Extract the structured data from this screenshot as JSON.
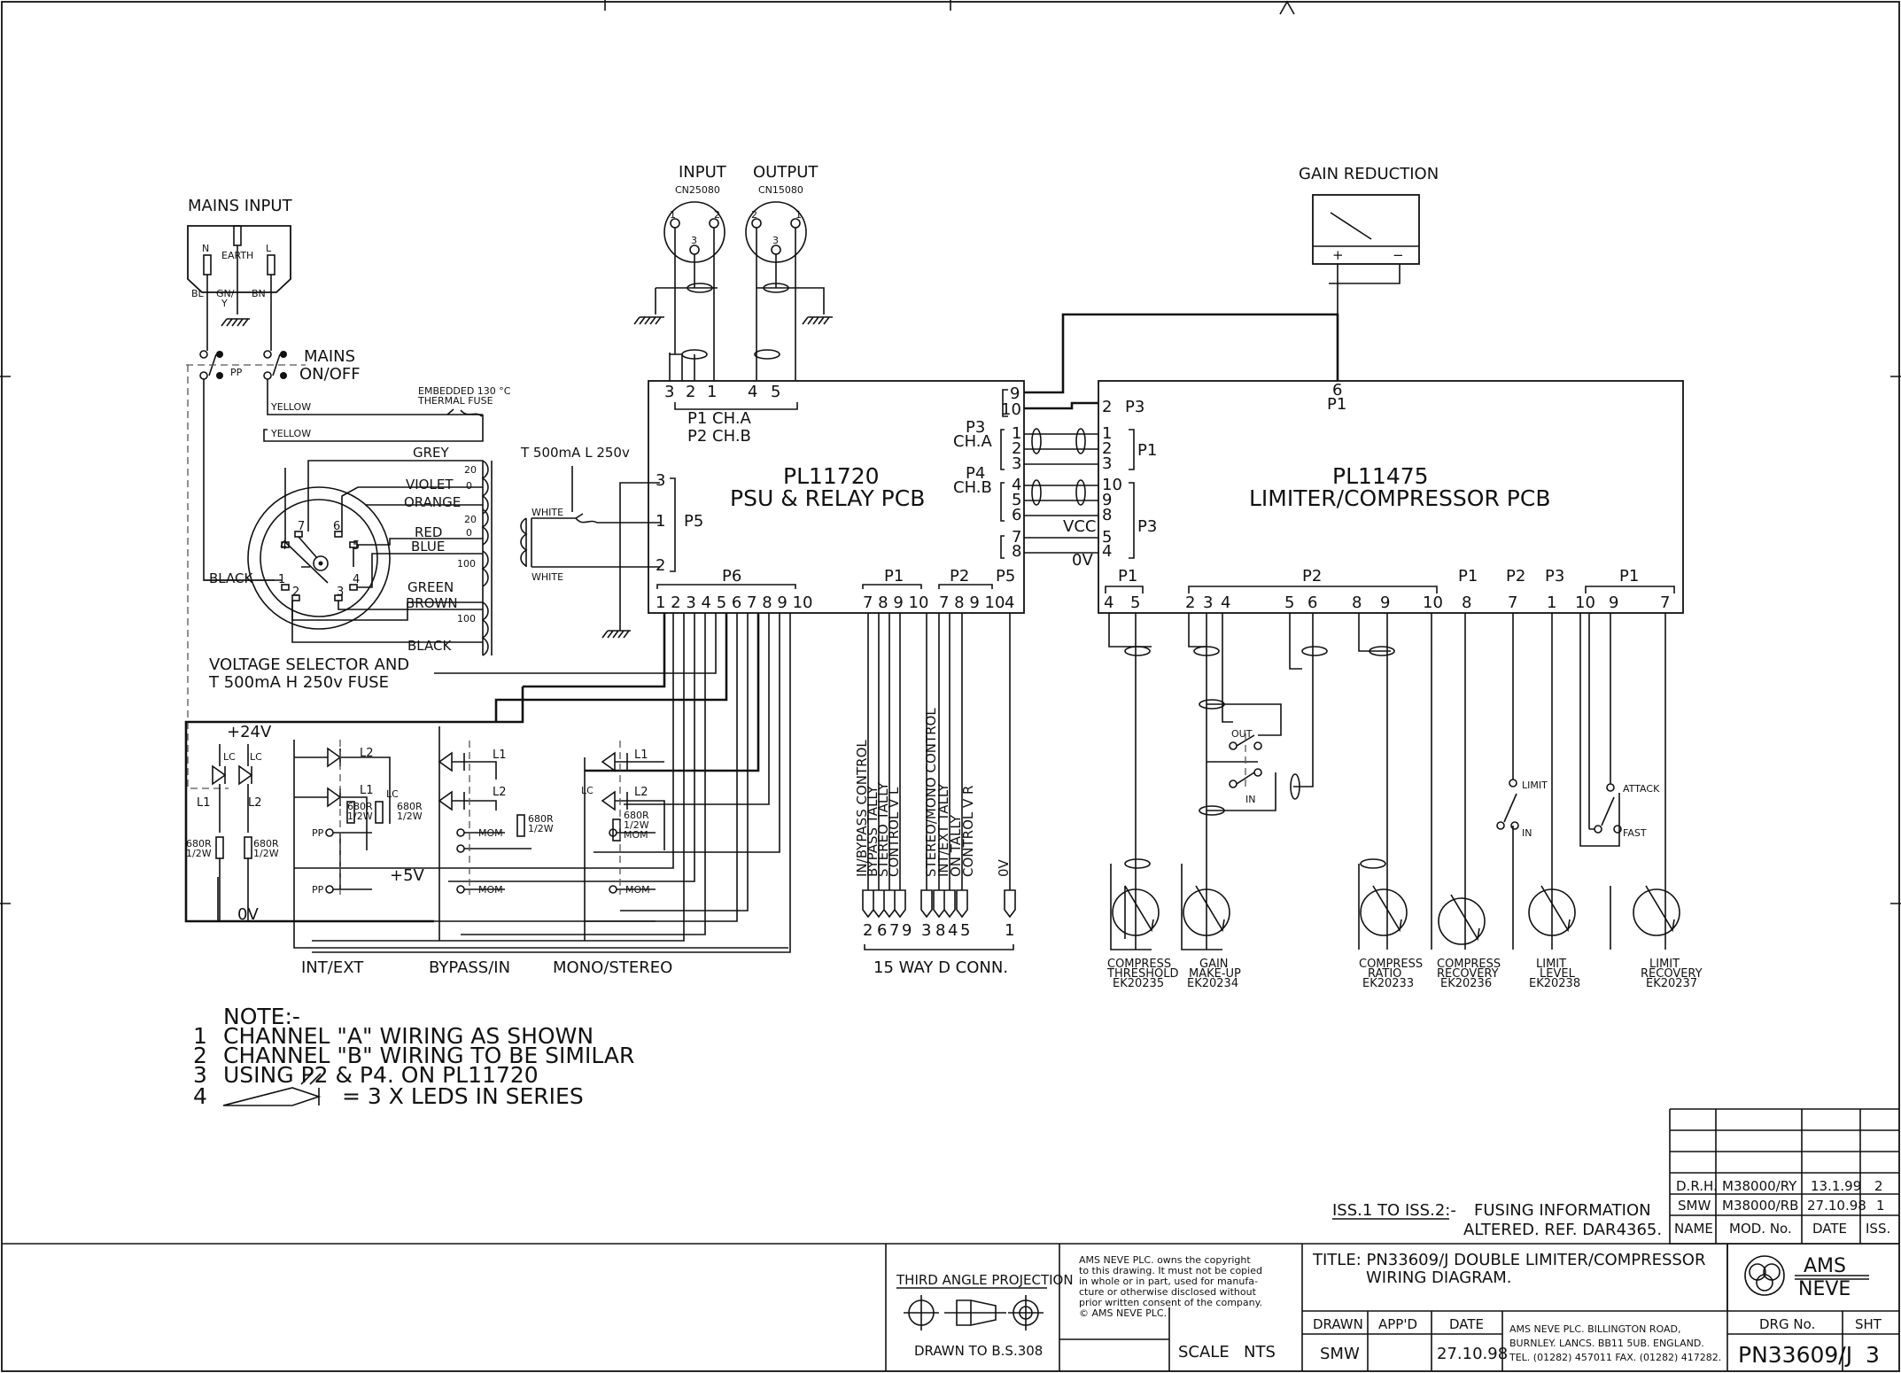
{
  "mains": {
    "title": "MAINS INPUT",
    "n": "N",
    "earth": "EARTH",
    "l": "L",
    "bl": "BL",
    "gny": "GN/",
    "y": "Y",
    "bn": "BN",
    "switch": "MAINS",
    "switch2": "ON/OFF",
    "pp": "PP",
    "yellow1": "YELLOW",
    "yellow2": "YELLOW",
    "fuse1": "EMBEDDED 130 °C",
    "fuse2": "THERMAL FUSE",
    "black": "BLACK",
    "selector1": "VOLTAGE SELECTOR AND",
    "selector2": "T 500mA H 250v FUSE"
  },
  "transformer": {
    "grey": "GREY",
    "violet": "VIOLET",
    "orange": "ORANGE",
    "red": "RED",
    "blue": "BLUE",
    "green": "GREEN",
    "brown": "BROWN",
    "black": "BLACK",
    "w20a": "20",
    "w0a": "0",
    "w20b": "20",
    "w0b": "0",
    "w100a": "100",
    "w100b": "100",
    "p7": "7",
    "p6": "6",
    "p4": "4",
    "p5": "5",
    "p1": "1",
    "p4b": "4",
    "p2": "2",
    "p3": "3",
    "fuse": "T 500mA L 250v",
    "white1": "WHITE",
    "white2": "WHITE"
  },
  "connectors": {
    "input": "INPUT",
    "input_pn": "CN25080",
    "output": "OUTPUT",
    "output_pn": "CN15080",
    "pin1": "1",
    "pin2": "2",
    "pin3": "3"
  },
  "gain_reduction": {
    "title": "GAIN REDUCTION",
    "plus": "+",
    "minus": "−"
  },
  "psu": {
    "name": "PL11720",
    "desc": "PSU & RELAY PCB",
    "pins_top": [
      "3",
      "2",
      "1",
      "4",
      "5"
    ],
    "p1cha": "P1  CH.A",
    "p2chb": "P2  CH.B",
    "p5": "P5",
    "p5pins": [
      "3",
      "1",
      "2"
    ],
    "p3": "P3",
    "cha": "CH.A",
    "p4": "P4",
    "chb": "CH.B",
    "right_pins": [
      "9",
      "10",
      "1",
      "2",
      "3",
      "4",
      "5",
      "6",
      "7",
      "8"
    ],
    "p6": "P6",
    "p6pins": "1 2 3 4 5 6 7 8 9 10",
    "p1b": "P1",
    "p1bpins": "7 8 9 10",
    "p2b": "P2",
    "p2bpins": "7 8 9 10",
    "p5b": "P5",
    "p5bpin": "4"
  },
  "limiter": {
    "name": "PL11475",
    "desc": "LIMITER/COMPRESSOR PCB",
    "p1top": "P1",
    "p1toppin": "6",
    "p3": "P3",
    "p3pin": "2",
    "left_pins": [
      "1",
      "2",
      "3",
      "10",
      "9",
      "8",
      "5",
      "4"
    ],
    "p1r": "P1",
    "p3r": "P3",
    "vcc": "VCC",
    "ov": "0V",
    "bottom_headers": [
      "P1",
      "P2",
      "P1",
      "P2",
      "P3",
      "P1"
    ],
    "bottom_pins": [
      "4",
      "5",
      "2",
      "3",
      "4",
      "5",
      "6",
      "8",
      "9",
      "10",
      "8",
      "7",
      "1",
      "10",
      "9",
      "7"
    ]
  },
  "switch_panel": {
    "plus24": "+24V",
    "plus5": "+5V",
    "ov": "0V",
    "lc": "LC",
    "l1": "L1",
    "l2": "L2",
    "r680": "680R",
    "half_w": "1/2W",
    "pp": "PP",
    "mom": "MOM",
    "int_ext": "INT/EXT",
    "bypass_in": "BYPASS/IN",
    "mono_stereo": "MONO/STEREO"
  },
  "dconn": {
    "labels": [
      "IN/BYPASS CONTROL",
      "BYPASS TALLY",
      "STEREO TALLY",
      "CONTROL V L",
      "STEREO/MONO CONTROL",
      "INT/EXT TALLY",
      "ON TALLY",
      "CONTROL V R",
      "0V"
    ],
    "pins": [
      "2",
      "6",
      "7",
      "9",
      "3",
      "8",
      "4",
      "5",
      "1"
    ],
    "title": "15 WAY D CONN."
  },
  "controls": {
    "out": "OUT",
    "in": "IN",
    "limit": "LIMIT",
    "in2": "IN",
    "attack": "ATTACK",
    "fast": "FAST",
    "pots": [
      {
        "l1": "COMPRESS",
        "l2": "THRESHOLD",
        "l3": "EK20235"
      },
      {
        "l1": "GAIN",
        "l2": "MAKE-UP",
        "l3": "EK20234"
      },
      {
        "l1": "COMPRESS",
        "l2": "RATIO",
        "l3": "EK20233"
      },
      {
        "l1": "COMPRESS",
        "l2": "RECOVERY",
        "l3": "EK20236"
      },
      {
        "l1": "LIMIT",
        "l2": "LEVEL",
        "l3": "EK20238"
      },
      {
        "l1": "LIMIT",
        "l2": "RECOVERY",
        "l3": "EK20237"
      }
    ]
  },
  "notes": {
    "title": "NOTE:-",
    "n1": "1",
    "t1": "CHANNEL \"A\" WIRING AS SHOWN",
    "n2": "2",
    "t2": "CHANNEL \"B\" WIRING TO BE SIMILAR",
    "n3": "3",
    "t3": "USING P2 & P4. ON PL11720",
    "n4": "4",
    "t4": "= 3 X LEDS IN SERIES"
  },
  "revisions": {
    "rows": [
      {
        "name": "D.R.H.",
        "mod": "M38000/RY",
        "date": "13.1.99",
        "iss": "2"
      },
      {
        "name": "SMW",
        "mod": "M38000/RB",
        "date": "27.10.98",
        "iss": "1"
      }
    ],
    "h_name": "NAME",
    "h_mod": "MOD. No.",
    "h_date": "DATE",
    "h_iss": "ISS.",
    "note1": "ISS.1 TO ISS.2:-",
    "note1b": "FUSING INFORMATION",
    "note2": "ALTERED. REF. DAR4365."
  },
  "title_block": {
    "projection": "THIRD ANGLE PROJECTION",
    "drawn_to": "DRAWN TO B.S.308",
    "copyright": [
      "AMS NEVE PLC. owns the copyright",
      "to this drawing. It must not be copied",
      "in whole or in part, used for manufa-",
      "cture or otherwise disclosed without",
      "prior written consent of the company.",
      "© AMS NEVE PLC."
    ],
    "scale_label": "SCALE",
    "scale": "NTS",
    "title1": "TITLE: PN33609/J DOUBLE LIMITER/COMPRESSOR",
    "title2": "WIRING DIAGRAM.",
    "drawn_h": "DRAWN",
    "appd_h": "APP'D",
    "date_h": "DATE",
    "drawn": "SMW",
    "date": "27.10.98",
    "addr1": "AMS NEVE PLC. BILLINGTON ROAD,",
    "addr2": "BURNLEY. LANCS. BB11 5UB. ENGLAND.",
    "addr3": "TEL. (01282) 457011  FAX. (01282) 417282.",
    "logo1": "AMS",
    "logo2": "NEVE",
    "drg_h": "DRG No.",
    "sht_h": "SHT",
    "drg": "PN33609/J",
    "sht": "3"
  }
}
